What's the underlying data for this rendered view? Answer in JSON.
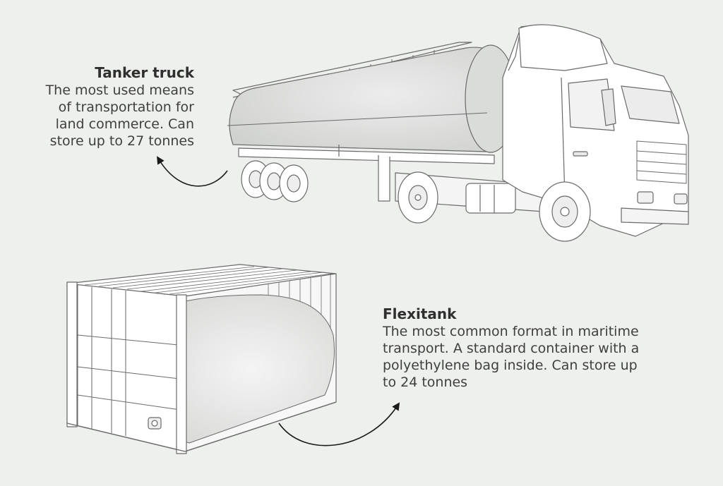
{
  "truck": {
    "title": "Tanker truck",
    "description_lines": [
      "The most used means",
      "of transportation for",
      "land commerce. Can",
      "store up to 27 tonnes"
    ]
  },
  "flexitank": {
    "title": "Flexitank",
    "description_lines": [
      "The most common format in maritime",
      "transport. A standard container with a",
      "polyethylene bag inside. Can store up",
      "to 24 tonnes"
    ]
  },
  "colors": {
    "background": "#eef0ed",
    "line": "#6a6a6a",
    "tank_fill": "#d6d8d5",
    "body_fill": "#ffffff"
  },
  "icons": [
    "tanker-truck-illustration",
    "flexitank-container-illustration",
    "curved-arrow-icon"
  ]
}
